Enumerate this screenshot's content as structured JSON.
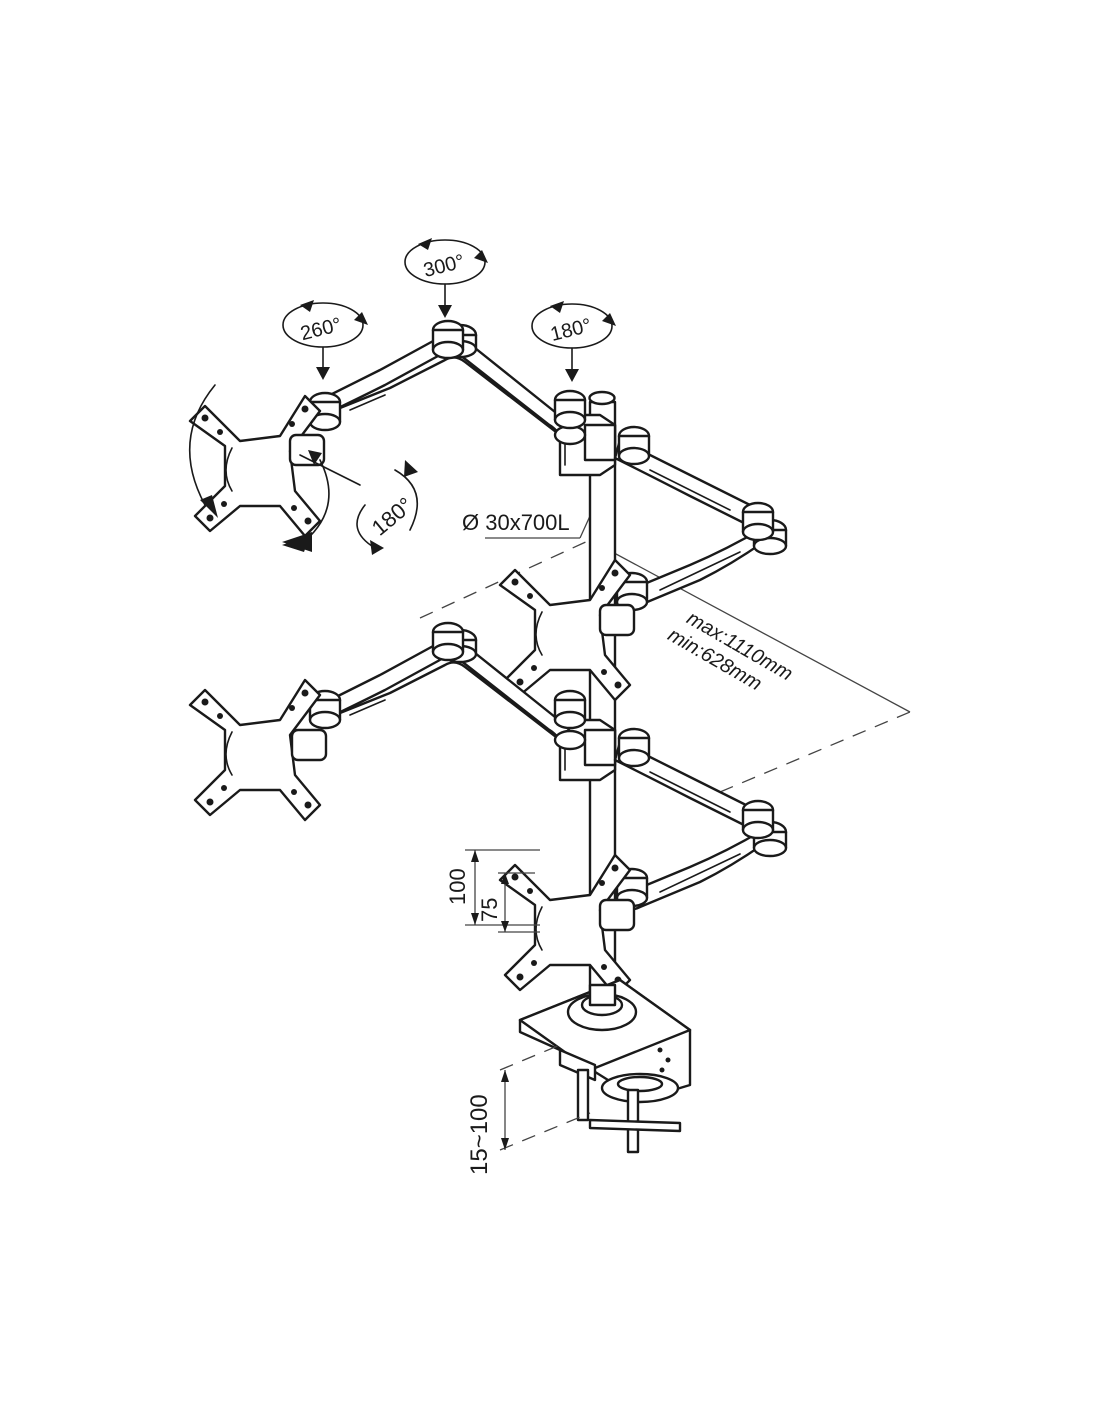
{
  "diagram": {
    "rotation_labels": {
      "top_arm_joint": "300°",
      "outer_joint": "260°",
      "pole_joint": "180°",
      "head_rotation": "180°"
    },
    "pole_spec": "Ø 30x700L",
    "reach": {
      "max": "max:1110mm",
      "min": "min:628mm"
    },
    "vesa": {
      "large": "100",
      "small": "75"
    },
    "clamp_range": "15~100",
    "colors": {
      "line": "#1a1a1a",
      "background": "#ffffff"
    }
  }
}
